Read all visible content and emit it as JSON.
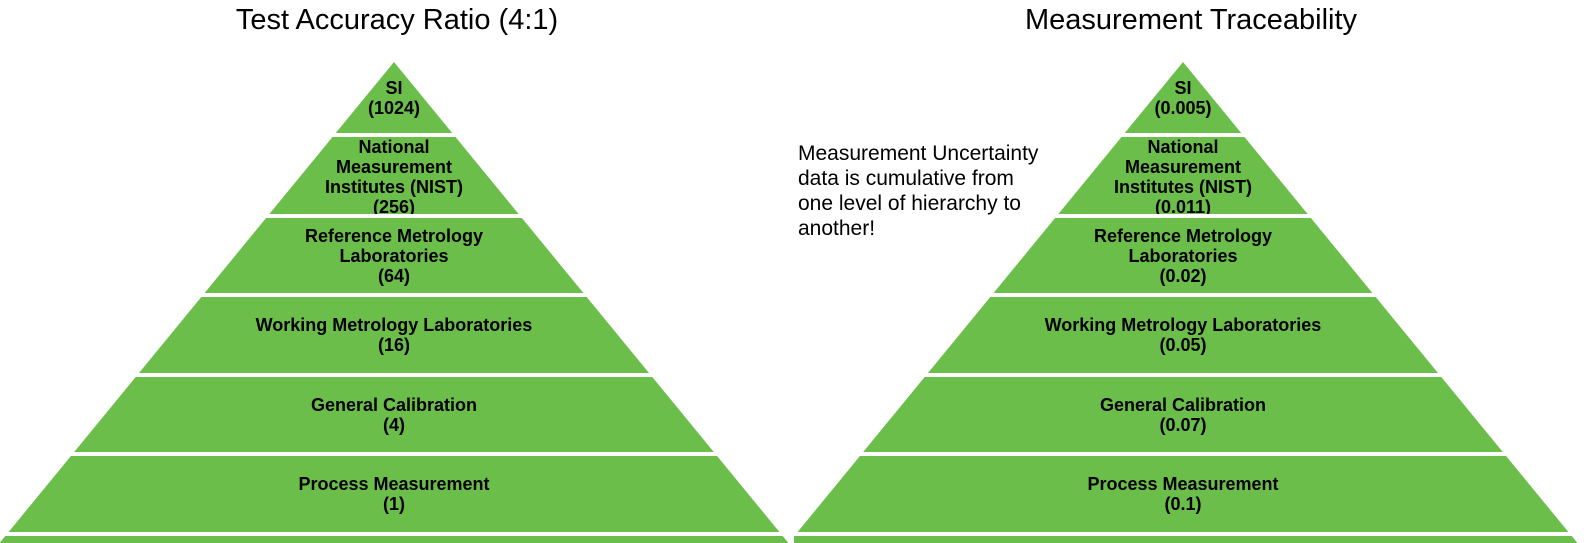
{
  "colors": {
    "pyramid_fill": "#6CBE4B",
    "separator": "#FFFFFF",
    "text": "#000000"
  },
  "annotation": {
    "text": "Measurement Uncertainty\ndata is cumulative from\none level of hierarchy to\nanother!"
  },
  "chart_data": [
    {
      "type": "pyramid",
      "title": "Test Accuracy Ratio (4:1)",
      "levels": [
        {
          "label": "SI",
          "value": 1024,
          "value_label": "(1024)"
        },
        {
          "label": "National Measurement Institutes (NIST)",
          "value": 256,
          "value_label": "(256)"
        },
        {
          "label": "Reference Metrology Laboratories",
          "value": 64,
          "value_label": "(64)"
        },
        {
          "label": "Working Metrology Laboratories",
          "value": 16,
          "value_label": "(16)"
        },
        {
          "label": "General Calibration",
          "value": 4,
          "value_label": "(4)"
        },
        {
          "label": "Process Measurement",
          "value": 1,
          "value_label": "(1)"
        }
      ]
    },
    {
      "type": "pyramid",
      "title": "Measurement Traceability",
      "levels": [
        {
          "label": "SI",
          "value": 0.005,
          "value_label": "(0.005)"
        },
        {
          "label": "National Measurement Institutes (NIST)",
          "value": 0.011,
          "value_label": "(0.011)"
        },
        {
          "label": "Reference Metrology Laboratories",
          "value": 0.02,
          "value_label": "(0.02)"
        },
        {
          "label": "Working Metrology Laboratories",
          "value": 0.05,
          "value_label": "(0.05)"
        },
        {
          "label": "General Calibration",
          "value": 0.07,
          "value_label": "(0.07)"
        },
        {
          "label": "Process Measurement",
          "value": 0.1,
          "value_label": "(0.1)"
        }
      ]
    }
  ]
}
